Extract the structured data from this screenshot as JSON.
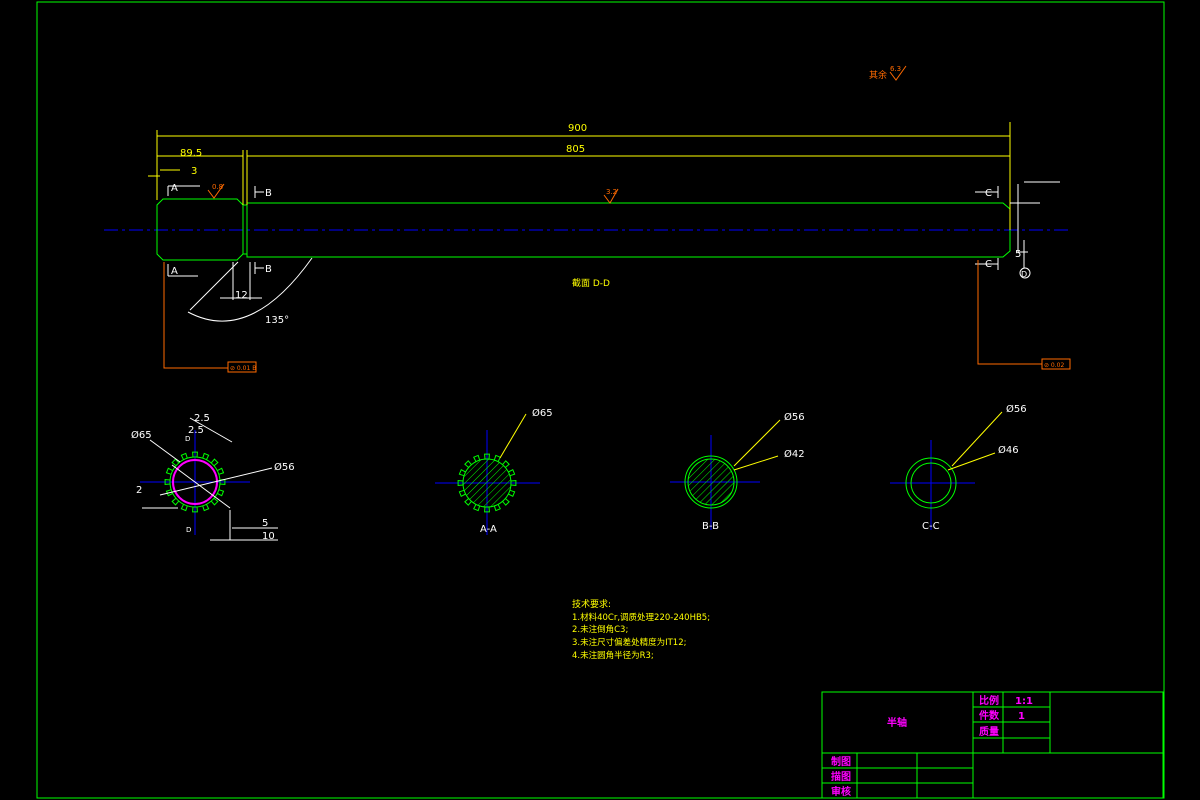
{
  "dims": {
    "overall": "900",
    "shaft": "805",
    "spline_len": "89.5",
    "chamfer": "3",
    "groove": "12",
    "angle": "135°",
    "end_chamfer": "5"
  },
  "section_marks": {
    "a": "A",
    "b": "B",
    "c": "C",
    "datum": "D"
  },
  "roughness": {
    "rest": "其余",
    "rest_val": "6.3",
    "spline": "0.8",
    "shaft": "3.2",
    "note_left": "⊘ 0.01 B",
    "note_right": "⊘ 0.02"
  },
  "section_dd_label": "截面 D-D",
  "spline_section": {
    "d_outer": "Ø65",
    "d_inner": "Ø56",
    "w1": "2.5",
    "w2": "2.5",
    "h": "2",
    "b": "5",
    "c": "10",
    "mark": "D"
  },
  "section_views": [
    {
      "label": "A-A",
      "d1": "Ø65"
    },
    {
      "label": "B-B",
      "d1": "Ø56",
      "d2": "Ø42"
    },
    {
      "label": "C-C",
      "d1": "Ø56",
      "d2": "Ø46"
    }
  ],
  "tech": {
    "title": "技术要求:",
    "items": [
      "1.材料40Cr,调质处理220-240HB5;",
      "2.未注倒角C3;",
      "3.未注尺寸偏差处精度为IT12;",
      "4.未注圆角半径为R3;"
    ]
  },
  "title_block": {
    "name": "半轴",
    "scale_label": "比例",
    "scale_val": "1:1",
    "qty_label": "件数",
    "qty_val": "1",
    "weight_label": "质量",
    "drawn": "制图",
    "drafted": "描图",
    "checked": "审核"
  }
}
